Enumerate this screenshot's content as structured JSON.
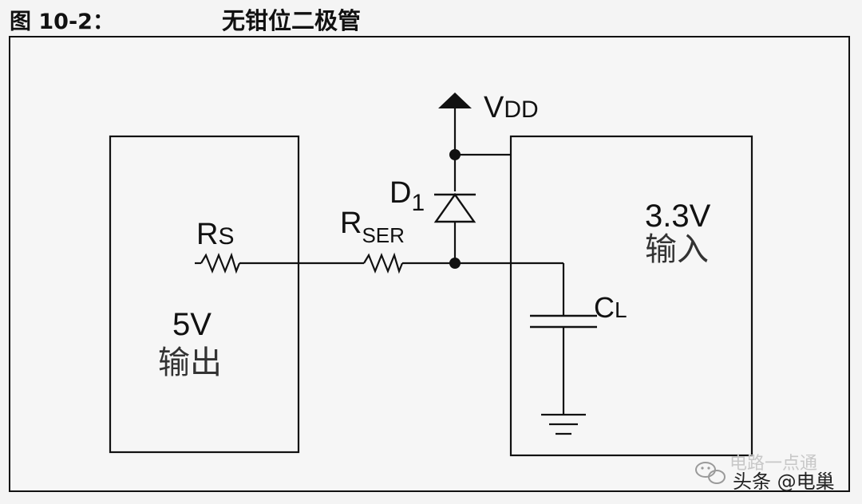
{
  "figure": {
    "label": "图 10-2：",
    "title": "无钳位二极管"
  },
  "circuit": {
    "supply": {
      "name_main": "V",
      "name_sub": "DD"
    },
    "left_box": {
      "voltage": "5V",
      "role": "输出"
    },
    "right_box": {
      "voltage": "3.3V",
      "role": "输入"
    },
    "resistor_source": {
      "name_main": "R",
      "name_sub": "S"
    },
    "resistor_series": {
      "name_main": "R",
      "name_sub": "SER"
    },
    "diode": {
      "name_main": "D",
      "name_sub": "1"
    },
    "capacitor": {
      "name_main": "C",
      "name_sub": "L"
    }
  },
  "watermark": {
    "faint_text": "电路一点通",
    "text": "头条 @电巢",
    "icon": "wechat-icon"
  },
  "colors": {
    "background": "#f4f4f4",
    "line": "#111111",
    "cjk_text": "#333333"
  }
}
